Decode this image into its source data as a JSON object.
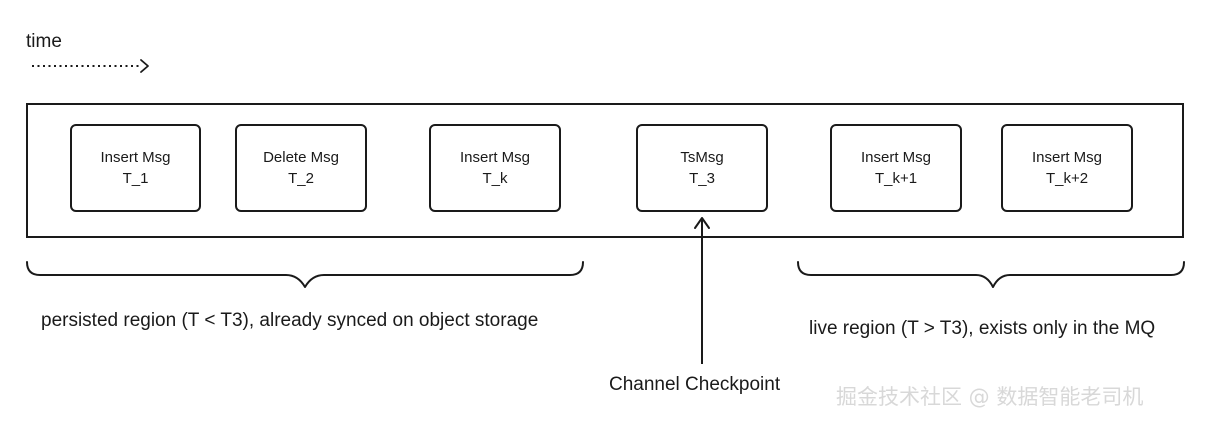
{
  "time_label": "time",
  "messages": [
    {
      "type": "Insert Msg",
      "ts": "T_1"
    },
    {
      "type": "Delete Msg",
      "ts": "T_2"
    },
    {
      "type": "Insert Msg",
      "ts": "T_k"
    },
    {
      "type": "TsMsg",
      "ts": "T_3"
    },
    {
      "type": "Insert Msg",
      "ts": "T_k+1"
    },
    {
      "type": "Insert Msg",
      "ts": "T_k+2"
    }
  ],
  "regions": {
    "persisted": "persisted region (T < T3), already synced on object storage",
    "live": "live region (T > T3), exists only in the MQ"
  },
  "checkpoint_label": "Channel Checkpoint",
  "watermark": "掘金技术社区 @ 数据智能老司机",
  "colors": {
    "line": "#1a1a1a",
    "watermark": "#d8d8d8"
  }
}
